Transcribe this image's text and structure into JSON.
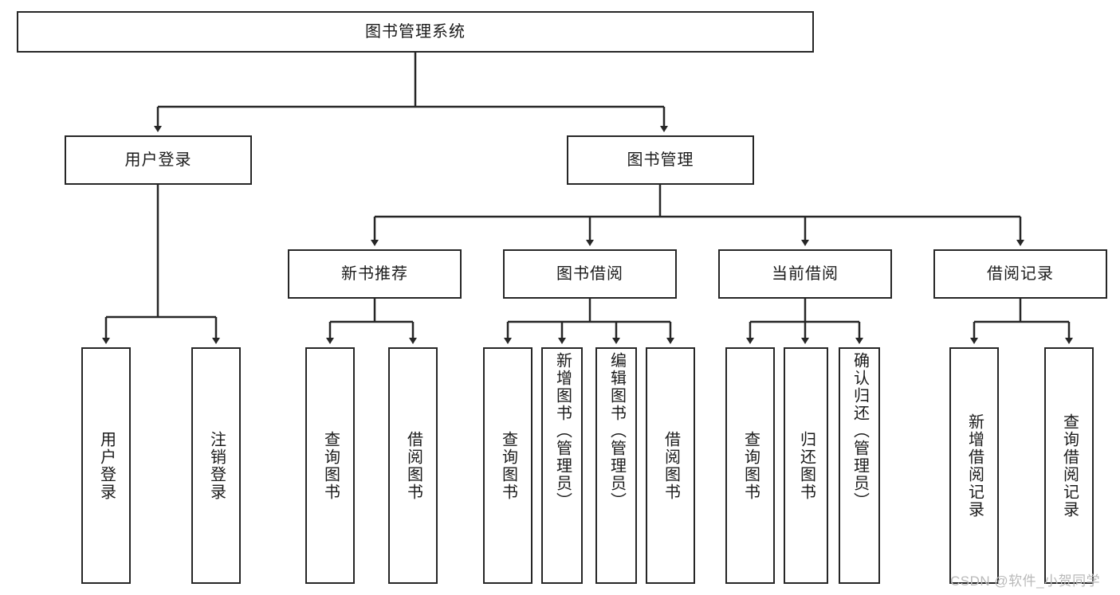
{
  "diagram": {
    "title": "图书管理系统",
    "watermark": "CSDN @软件_小贺同学",
    "colors": {
      "stroke": "#262626",
      "background": "#ffffff",
      "text": "#1b1b1b",
      "watermark": "#b9b9b9"
    },
    "root": {
      "label": "图书管理系统"
    },
    "level2": [
      {
        "label": "用户登录"
      },
      {
        "label": "图书管理"
      }
    ],
    "level3": [
      {
        "label": "新书推荐"
      },
      {
        "label": "图书借阅"
      },
      {
        "label": "当前借阅"
      },
      {
        "label": "借阅记录"
      }
    ],
    "leaves": [
      {
        "label": "用户登录",
        "parent": "用户登录"
      },
      {
        "label": "注销登录",
        "parent": "用户登录"
      },
      {
        "label": "查询图书",
        "parent": "新书推荐"
      },
      {
        "label": "借阅图书",
        "parent": "新书推荐"
      },
      {
        "label": "查询图书",
        "parent": "图书借阅"
      },
      {
        "label": "新增图书（管理员）",
        "parent": "图书借阅"
      },
      {
        "label": "编辑图书（管理员）",
        "parent": "图书借阅"
      },
      {
        "label": "借阅图书",
        "parent": "图书借阅"
      },
      {
        "label": "查询图书",
        "parent": "当前借阅"
      },
      {
        "label": "归还图书",
        "parent": "当前借阅"
      },
      {
        "label": "确认归还（管理员）",
        "parent": "当前借阅"
      },
      {
        "label": "新增借阅记录",
        "parent": "借阅记录"
      },
      {
        "label": "查询借阅记录",
        "parent": "借阅记录"
      }
    ]
  }
}
